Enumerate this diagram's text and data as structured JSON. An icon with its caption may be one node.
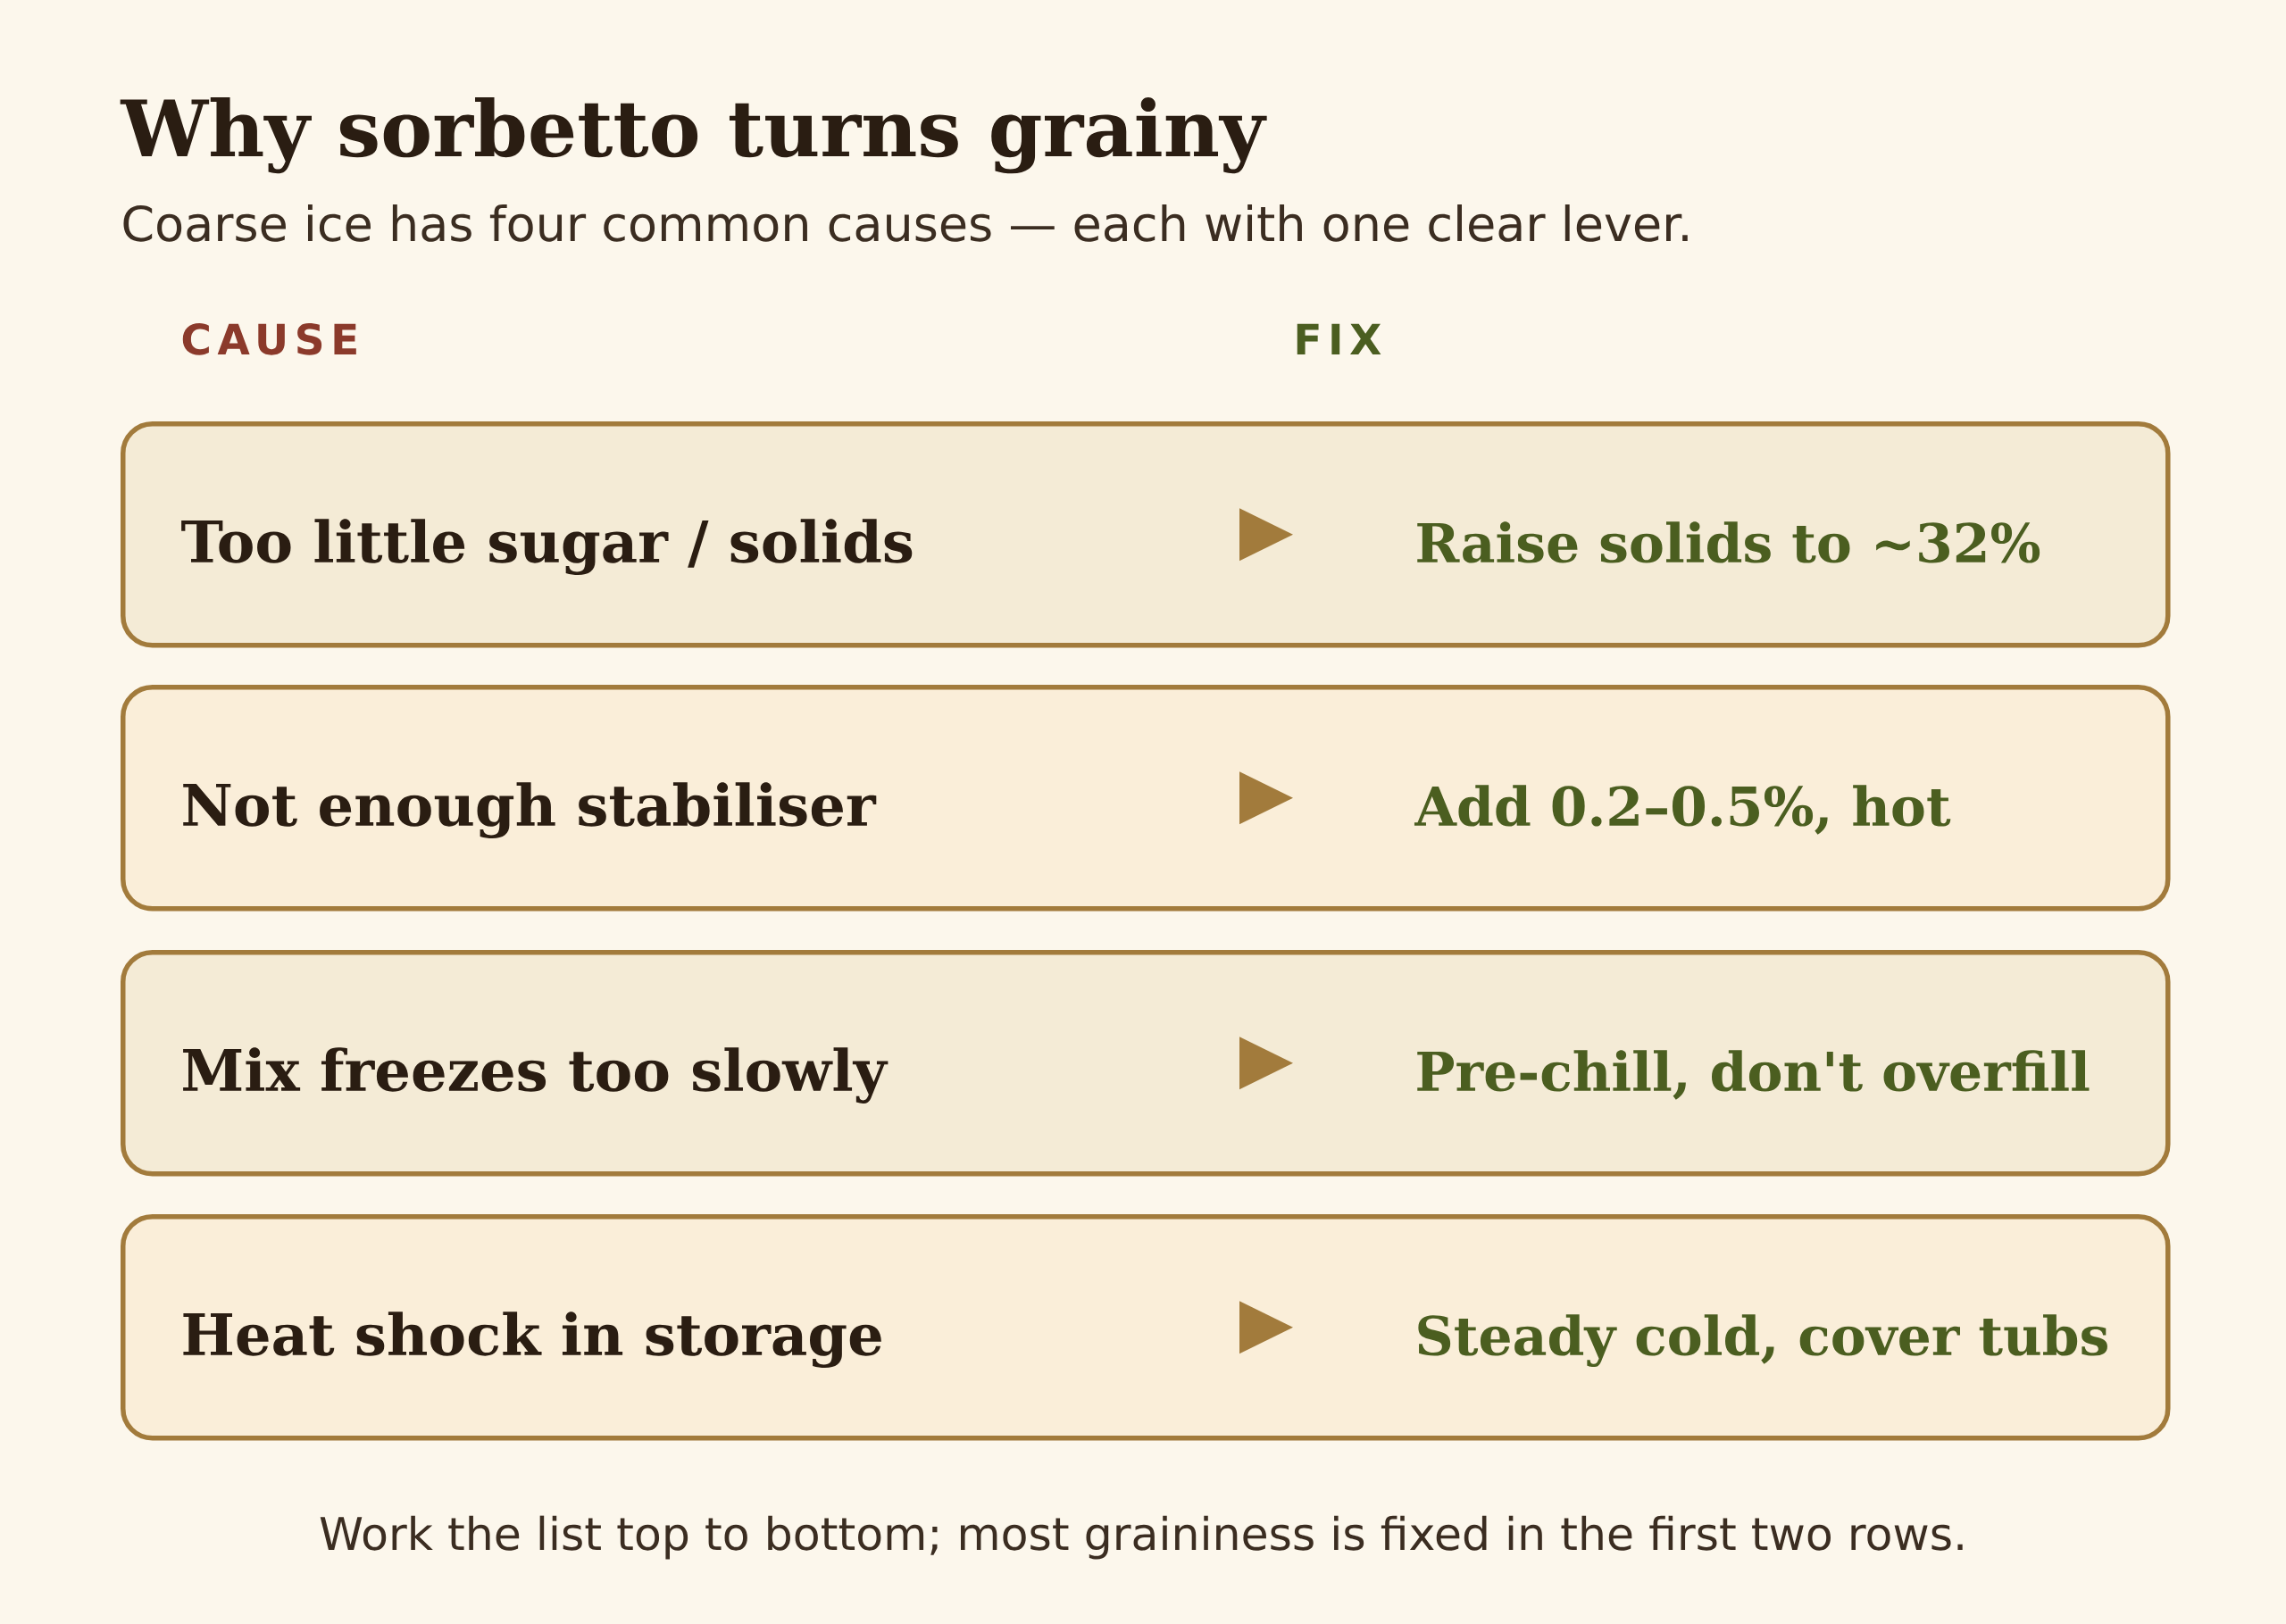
{
  "diagram": {
    "title": "Why sorbetto turns grainy",
    "caption": "Work the list top to bottom; most graininess is fixed in the first two rows.",
    "nodes": [
      {
        "text": [
          "Too little sugar / solids",
          "Raise solids to ~32%"
        ]
      },
      {
        "text": [
          "Not enough stabiliser",
          "Add 0.2–0.5%, hot"
        ]
      },
      {
        "text": [
          "Mix freezes too slowly",
          "Pre-chill, don't overfill"
        ]
      },
      {
        "text": [
          "Heat shock in storage",
          "Steady cold, cover tubs"
        ]
      }
    ],
    "labels": [
      "Coarse ice has four common causes — each with one clear lever.",
      "CAUSE",
      "FIX"
    ]
  }
}
